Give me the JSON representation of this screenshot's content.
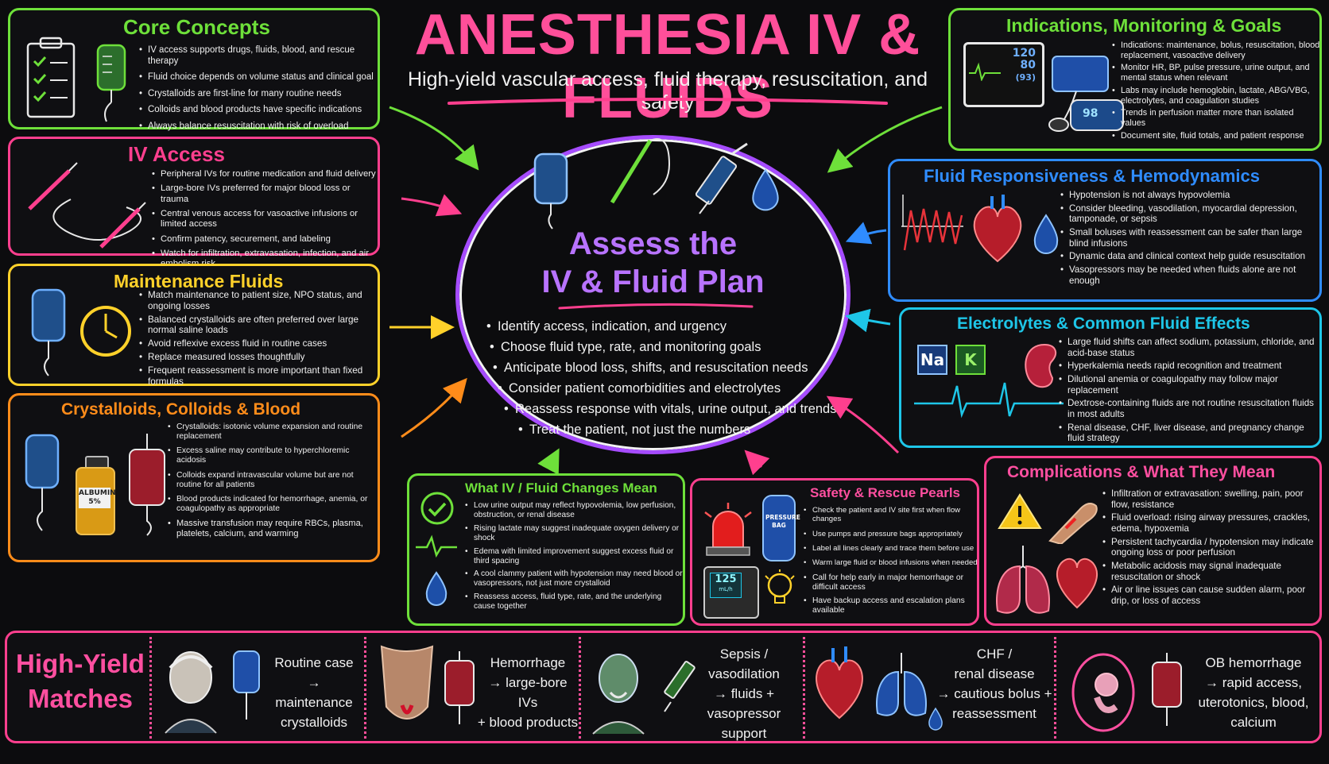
{
  "header": {
    "title": "ANESTHESIA IV & FLUIDS",
    "subtitle": "High-yield vascular access, fluid therapy, resuscitation, and safety"
  },
  "colors": {
    "background": "#0c0c0e",
    "green": "#6ee03a",
    "pink": "#ff3f8e",
    "yellow": "#ffd12a",
    "orange": "#ff8c1a",
    "purple": "#a64cff",
    "blue": "#2f8cff",
    "cyan": "#1ec6e8",
    "magenta": "#ff4fa0"
  },
  "core": {
    "title": "Core Concepts",
    "items": [
      "IV access supports drugs, fluids, blood, and rescue therapy",
      "Fluid choice depends on volume status and clinical goal",
      "Crystalloids are first-line for many routine needs",
      "Colloids and blood products have specific indications",
      "Always balance resuscitation with risk of overload"
    ]
  },
  "access": {
    "title": "IV Access",
    "items": [
      "Peripheral IVs for routine medication and fluid delivery",
      "Large-bore IVs preferred for major blood loss or trauma",
      "Central venous access for vasoactive infusions or limited access",
      "Confirm patency, securement, and labeling",
      "Watch for infiltration, extravasation, infection, and air embolism risk"
    ]
  },
  "maintenance": {
    "title": "Maintenance Fluids",
    "items": [
      "Match maintenance to patient size, NPO status, and ongoing losses",
      "Balanced crystalloids are often preferred over large normal saline loads",
      "Avoid reflexive excess fluid in routine cases",
      "Replace measured losses thoughtfully",
      "Frequent reassessment is more important than fixed formulas"
    ]
  },
  "crystalloids": {
    "title": "Crystalloids, Colloids & Blood",
    "albumin_label": "ALBUMIN 5%",
    "items": [
      "Crystalloids: isotonic volume expansion and routine replacement",
      "Excess saline may contribute to hyperchloremic acidosis",
      "Colloids expand intravascular volume but are not routine for all patients",
      "Blood products indicated for hemorrhage, anemia, or coagulopathy as appropriate",
      "Massive transfusion may require RBCs, plasma, platelets, calcium, and warming"
    ]
  },
  "center": {
    "title_line1": "Assess the",
    "title_line2": "IV & Fluid Plan",
    "items": [
      "Identify access, indication, and urgency",
      "Choose fluid type, rate, and monitoring goals",
      "Anticipate blood loss, shifts, and resuscitation needs",
      "Consider patient comorbidities and electrolytes",
      "Reassess response with vitals, urine output, and trends",
      "Treat the patient, not just the numbers"
    ]
  },
  "indications": {
    "title": "Indications, Monitoring & Goals",
    "monitor_values": [
      "120",
      "80",
      "(93)"
    ],
    "oximeter_value": "98",
    "items": [
      "Indications: maintenance, bolus, resuscitation, blood replacement, vasoactive delivery",
      "Monitor HR, BP, pulse pressure, urine output, and mental status when relevant",
      "Labs may include hemoglobin, lactate, ABG/VBG, electrolytes, and coagulation studies",
      "Trends in perfusion matter more than isolated values",
      "Document site, fluid totals, and patient response"
    ]
  },
  "responsiveness": {
    "title": "Fluid Responsiveness & Hemodynamics",
    "items": [
      "Hypotension is not always hypovolemia",
      "Consider bleeding, vasodilation, myocardial depression, tamponade, or sepsis",
      "Small boluses with reassessment can be safer than large blind infusions",
      "Dynamic data and clinical context help guide resuscitation",
      "Vasopressors may be needed when fluids alone are not enough"
    ]
  },
  "electrolytes": {
    "title": "Electrolytes & Common Fluid Effects",
    "na_label": "Na",
    "k_label": "K",
    "items": [
      "Large fluid shifts can affect sodium, potassium, chloride, and acid-base status",
      "Hyperkalemia needs rapid recognition and treatment",
      "Dilutional anemia or coagulopathy may follow major replacement",
      "Dextrose-containing fluids are not routine resuscitation fluids in most adults",
      "Renal disease, CHF, liver disease, and pregnancy change fluid strategy"
    ]
  },
  "changes": {
    "title": "What IV / Fluid Changes Mean",
    "items": [
      "Low urine output may reflect hypovolemia, low perfusion, obstruction, or renal disease",
      "Rising lactate may suggest inadequate oxygen delivery or shock",
      "Edema with limited improvement suggest excess fluid or third spacing",
      "A cool clammy patient with hypotension may need blood or vasopressors, not just more crystalloid",
      "Reassess access, fluid type, rate, and the underlying cause together"
    ]
  },
  "safety": {
    "title": "Safety & Rescue Pearls",
    "pressure_bag_label": "PRESSURE BAG",
    "pump_value": "125",
    "pump_unit": "mL/h",
    "items": [
      "Check the patient and IV site first when flow changes",
      "Use pumps and pressure bags appropriately",
      "Label all lines clearly and trace them before use",
      "Warm large fluid or blood infusions when needed",
      "Call for help early in major hemorrhage or difficult access",
      "Have backup access and escalation plans available"
    ]
  },
  "complications": {
    "title": "Complications & What They Mean",
    "items": [
      "Infiltration or extravasation: swelling, pain, poor flow, resistance",
      "Fluid overload: rising airway pressures, crackles, edema, hypoxemia",
      "Persistent tachycardia / hypotension may indicate ongoing loss or poor perfusion",
      "Metabolic acidosis may signal inadequate resuscitation or shock",
      "Air or line issues can cause sudden alarm, poor drip, or loss of access"
    ]
  },
  "high_yield": {
    "title_line1": "High-Yield",
    "title_line2": "Matches",
    "matches": [
      {
        "lines": [
          "Routine case",
          "→ maintenance",
          "crystalloids"
        ]
      },
      {
        "lines": [
          "Hemorrhage",
          "→ large-bore IVs",
          "+ blood products"
        ]
      },
      {
        "lines": [
          "Sepsis /",
          "vasodilation",
          "→ fluids +",
          "vasopressor support"
        ]
      },
      {
        "lines": [
          "CHF /",
          "renal disease",
          "→ cautious bolus +",
          "reassessment"
        ]
      },
      {
        "lines": [
          "OB hemorrhage",
          "→ rapid access,",
          "uterotonics, blood,",
          "calcium"
        ]
      }
    ]
  }
}
